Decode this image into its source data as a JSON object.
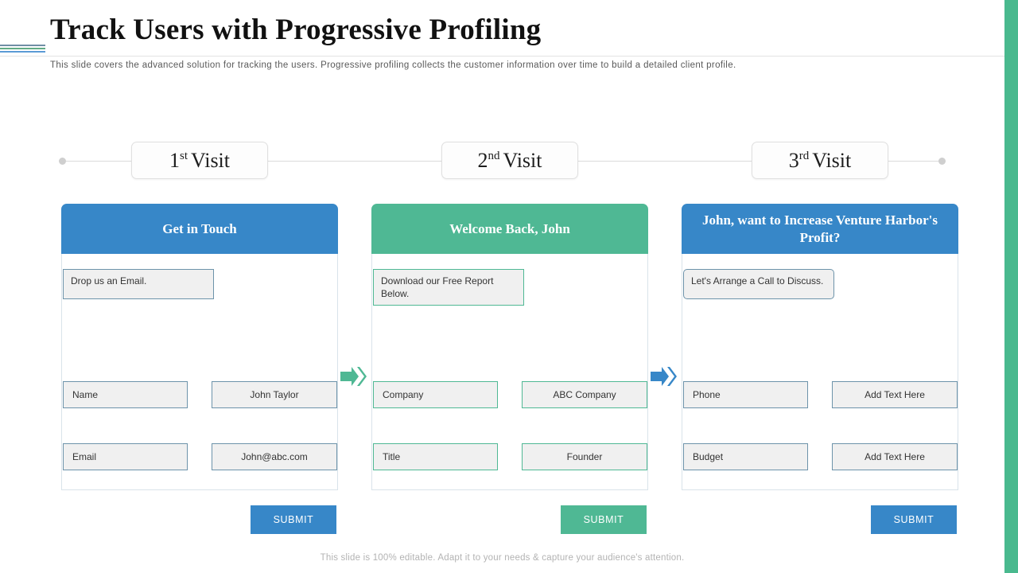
{
  "slide": {
    "title": "Track Users with Progressive Profiling",
    "subtitle": "This slide covers the advanced  solution for tracking the users. Progressive  profiling collects the customer information  over time to build a detailed client profile.",
    "footer": "This slide is 100% editable. Adapt it to your needs & capture your audience's attention.",
    "accent_bar_color": "#49B98E"
  },
  "timeline": {
    "steps": [
      {
        "ordinal_number": "1",
        "ordinal_suffix": "st",
        "label": "Visit"
      },
      {
        "ordinal_number": "2",
        "ordinal_suffix": "nd",
        "label": "Visit"
      },
      {
        "ordinal_number": "3",
        "ordinal_suffix": "rd",
        "label": "Visit"
      }
    ]
  },
  "cards": [
    {
      "heading": "Get in Touch",
      "note": "Drop us an Email.",
      "accent_color": "#3787C8",
      "fields": [
        {
          "label": "Name",
          "value": "John Taylor"
        },
        {
          "label": "Email",
          "value": "John@abc.com"
        }
      ],
      "submit_label": "SUBMIT"
    },
    {
      "heading": "Welcome Back, John",
      "note": "Download our Free Report Below.",
      "accent_color": "#4FB894",
      "fields": [
        {
          "label": "Company",
          "value": "ABC Company"
        },
        {
          "label": "Title",
          "value": "Founder"
        }
      ],
      "submit_label": "SUBMIT"
    },
    {
      "heading": "John, want to Increase Venture Harbor's Profit?",
      "note": "Let's Arrange a Call to Discuss.",
      "accent_color": "#3787C8",
      "fields": [
        {
          "label": "Phone",
          "value": "Add Text Here"
        },
        {
          "label": "Budget",
          "value": "Add Text Here"
        }
      ],
      "submit_label": "SUBMIT"
    }
  ],
  "arrows": [
    {
      "name": "arrow-card1-to-card2",
      "color": "#4FB894"
    },
    {
      "name": "arrow-card2-to-card3",
      "color": "#3787C8"
    }
  ]
}
